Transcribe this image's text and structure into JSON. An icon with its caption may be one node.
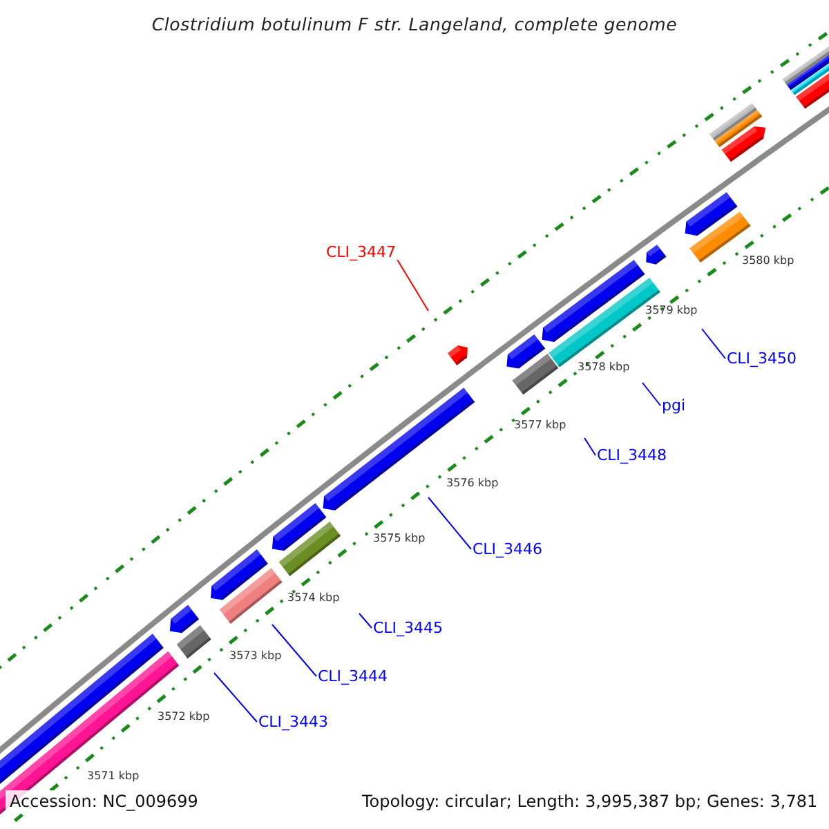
{
  "diagram": {
    "title": "Clostridium botulinum F str. Langeland, complete genome",
    "nodes": [
      {
        "text": [
          "CLI_3447"
        ]
      },
      {
        "text": [
          "CLI_3450"
        ]
      },
      {
        "text": [
          "pgi"
        ]
      },
      {
        "text": [
          "CLI_3448"
        ]
      },
      {
        "text": [
          "CLI_3446"
        ]
      },
      {
        "text": [
          "CLI_3445"
        ]
      },
      {
        "text": [
          "CLI_3444"
        ]
      },
      {
        "text": [
          "CLI_3443"
        ]
      }
    ],
    "edges": [
      {
        "from": 0,
        "to": null,
        "arrow": "none",
        "color": "#ff0000"
      },
      {
        "from": 1,
        "to": null,
        "arrow": "none"
      },
      {
        "from": 2,
        "to": null,
        "arrow": "none"
      },
      {
        "from": 3,
        "to": null,
        "arrow": "none"
      },
      {
        "from": 4,
        "to": null,
        "arrow": "none"
      },
      {
        "from": 5,
        "to": null,
        "arrow": "none"
      },
      {
        "from": 6,
        "to": null,
        "arrow": "none"
      },
      {
        "from": 7,
        "to": null,
        "arrow": "none"
      }
    ],
    "labels": [
      "3580 kbp",
      "3579 kbp",
      "3578 kbp",
      "3577 kbp",
      "3576 kbp",
      "3575 kbp",
      "3574 kbp",
      "3573 kbp",
      "3572 kbp",
      "3571 kbp",
      "Accession: NC_009699",
      "Topology: circular; Length: 3,995,387 bp; Genes: 3,781"
    ]
  }
}
